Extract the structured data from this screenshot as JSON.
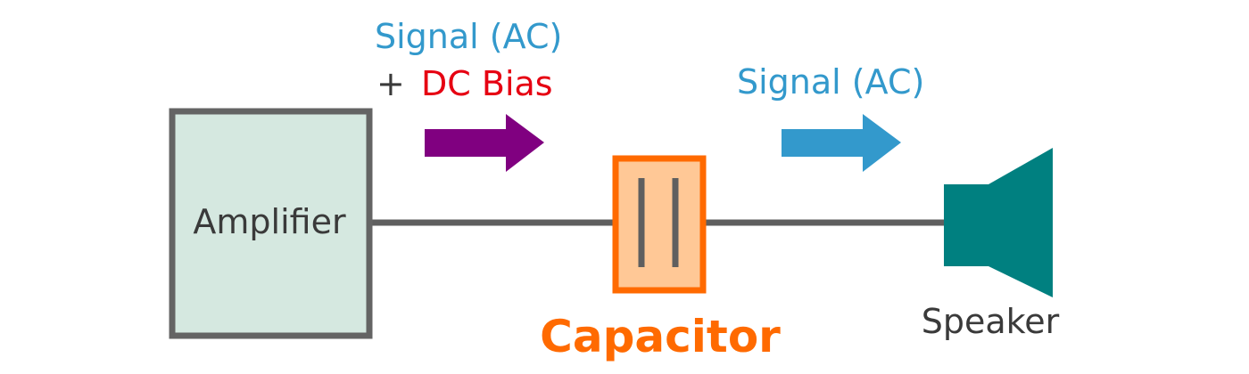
{
  "labels": {
    "signal_left": "Signal (AC)",
    "plus": "+",
    "dc_bias": "DC Bias",
    "signal_right": "Signal (AC)",
    "amplifier": "Amplifier",
    "capacitor": "Capacitor",
    "speaker": "Speaker"
  },
  "colors": {
    "signal": "#3399cc",
    "dc_bias": "#e60012",
    "purple_arrow": "#800080",
    "blue_arrow": "#3399cc",
    "wire": "#5f5f5f",
    "amplifier_fill": "#d5e8e0",
    "amplifier_stroke": "#646464",
    "capacitor_fill": "#ffc896",
    "capacitor_stroke": "#ff6a00",
    "capacitor_text": "#ff6a00",
    "speaker": "#008080",
    "text_dark": "#3a3a3a"
  }
}
